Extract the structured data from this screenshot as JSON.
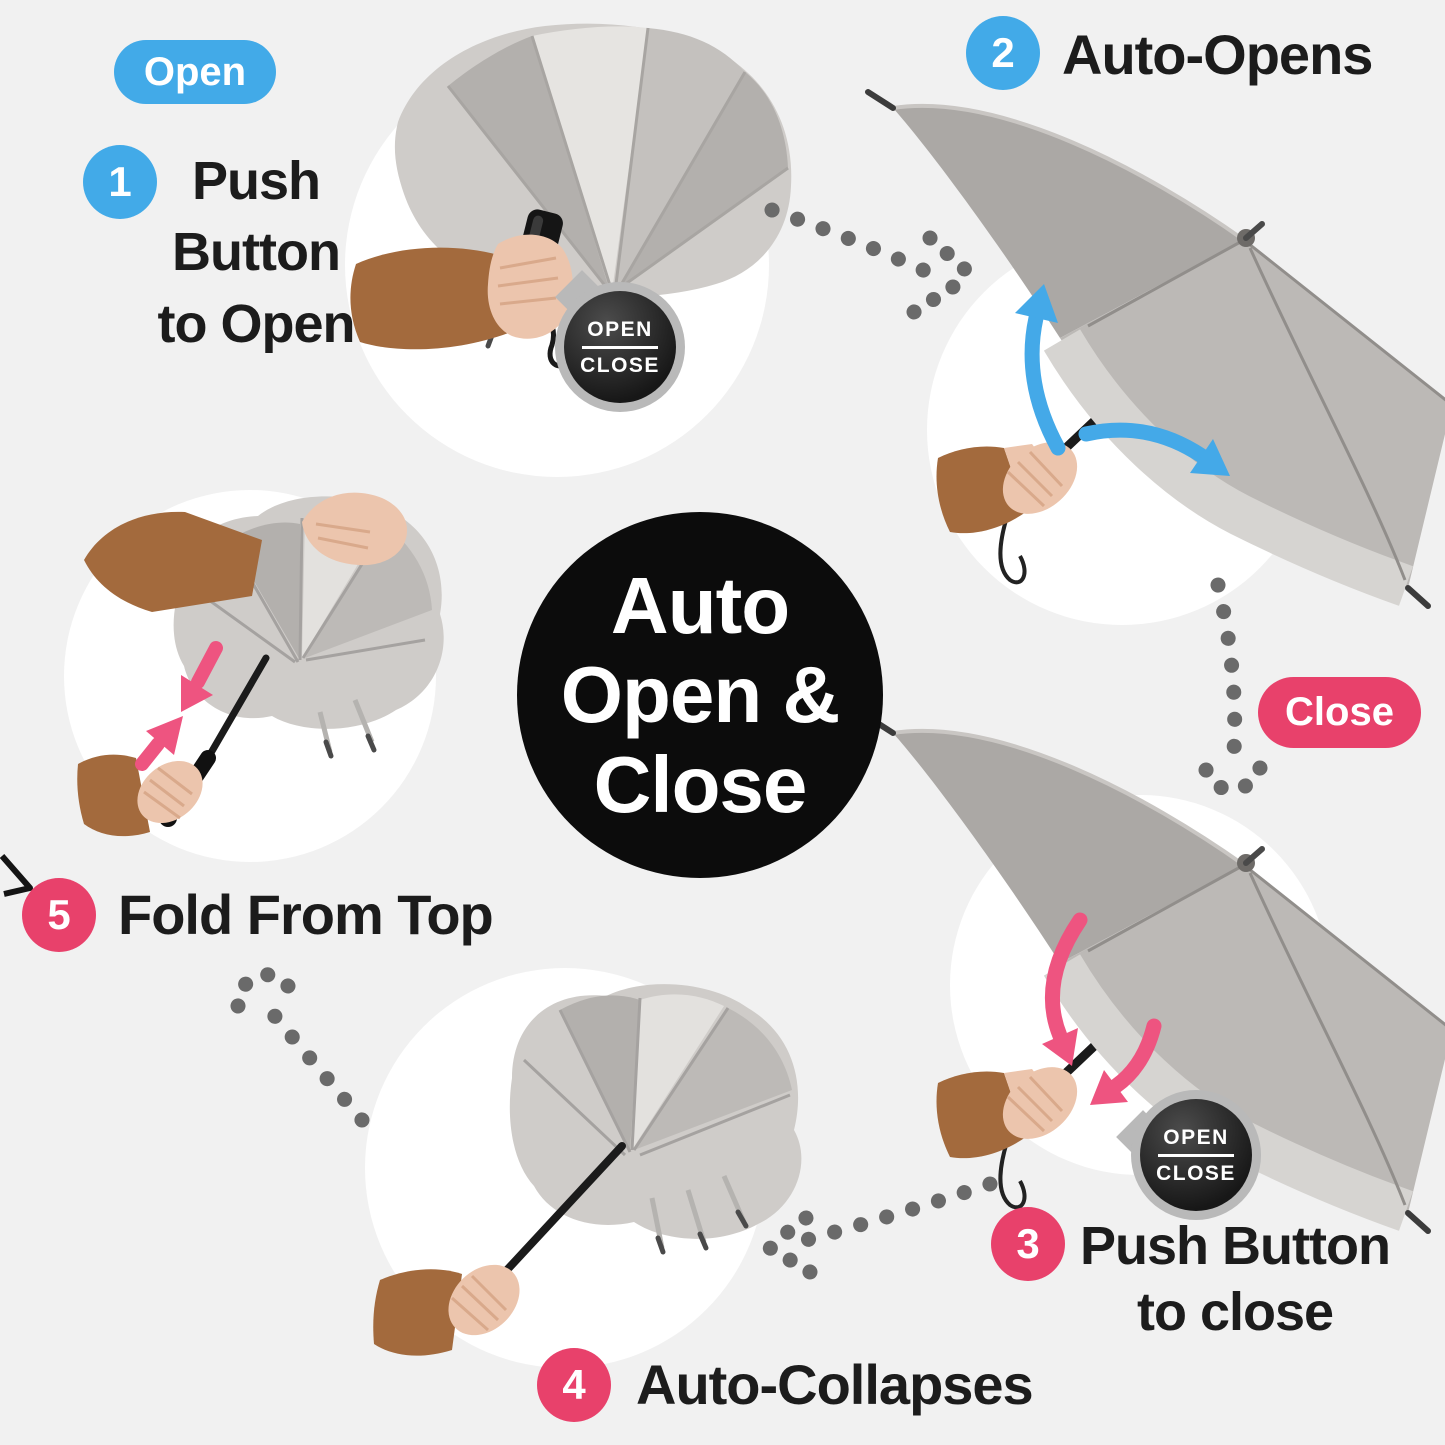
{
  "open_pill": "Open",
  "close_pill": "Close",
  "center_badge": {
    "line1": "Auto",
    "line2": "Open &",
    "line3": "Close"
  },
  "button_badge": {
    "top": "OPEN",
    "bottom": "CLOSE"
  },
  "steps": {
    "s1": {
      "num": "1",
      "line1": "Push",
      "line2": "Button",
      "line3": "to Open"
    },
    "s2": {
      "num": "2",
      "label": "Auto-Opens"
    },
    "s3": {
      "num": "3",
      "line1": "Push Button",
      "line2": "to close"
    },
    "s4": {
      "num": "4",
      "label": "Auto-Collapses"
    },
    "s5": {
      "num": "5",
      "label": "Fold From Top"
    }
  },
  "colors": {
    "background": "#f1f1f1",
    "accent_blue": "#42aae8",
    "accent_pink": "#e8416b",
    "dotted_trail": "#6a6a6a",
    "center_circle": "#0c0c0c"
  }
}
